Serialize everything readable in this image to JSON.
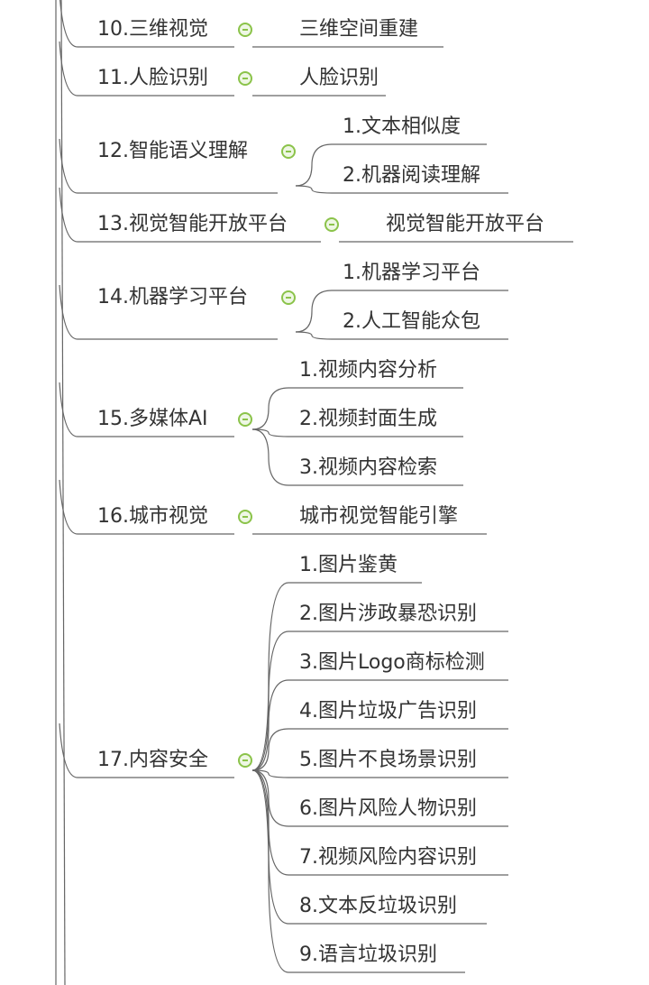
{
  "branches": [
    {
      "label": "10.三维视觉",
      "children": [
        "三维空间重建"
      ]
    },
    {
      "label": "11.人脸识别",
      "children": [
        "人脸识别"
      ]
    },
    {
      "label": "12.智能语义理解",
      "children": [
        "1.文本相似度",
        "2.机器阅读理解"
      ]
    },
    {
      "label": "13.视觉智能开放平台",
      "children": [
        "视觉智能开放平台"
      ]
    },
    {
      "label": "14.机器学习平台",
      "children": [
        "1.机器学习平台",
        "2.人工智能众包"
      ]
    },
    {
      "label": "15.多媒体AI",
      "children": [
        "1.视频内容分析",
        "2.视频封面生成",
        "3.视频内容检索"
      ]
    },
    {
      "label": "16.城市视觉",
      "children": [
        "城市视觉智能引擎"
      ]
    },
    {
      "label": "17.内容安全",
      "children": [
        "1.图片鉴黄",
        "2.图片涉政暴恐识别",
        "3.图片Logo商标检测",
        "4.图片垃圾广告识别",
        "5.图片不良场景识别",
        "6.图片风险人物识别",
        "7.视频风险内容识别",
        "8.文本反垃圾识别",
        "9.语言垃圾识别"
      ]
    }
  ],
  "colors": {
    "line": "#666666",
    "text": "#333333",
    "toggle_border": "#8bc34a",
    "toggle_fill": "#eef7e4"
  }
}
